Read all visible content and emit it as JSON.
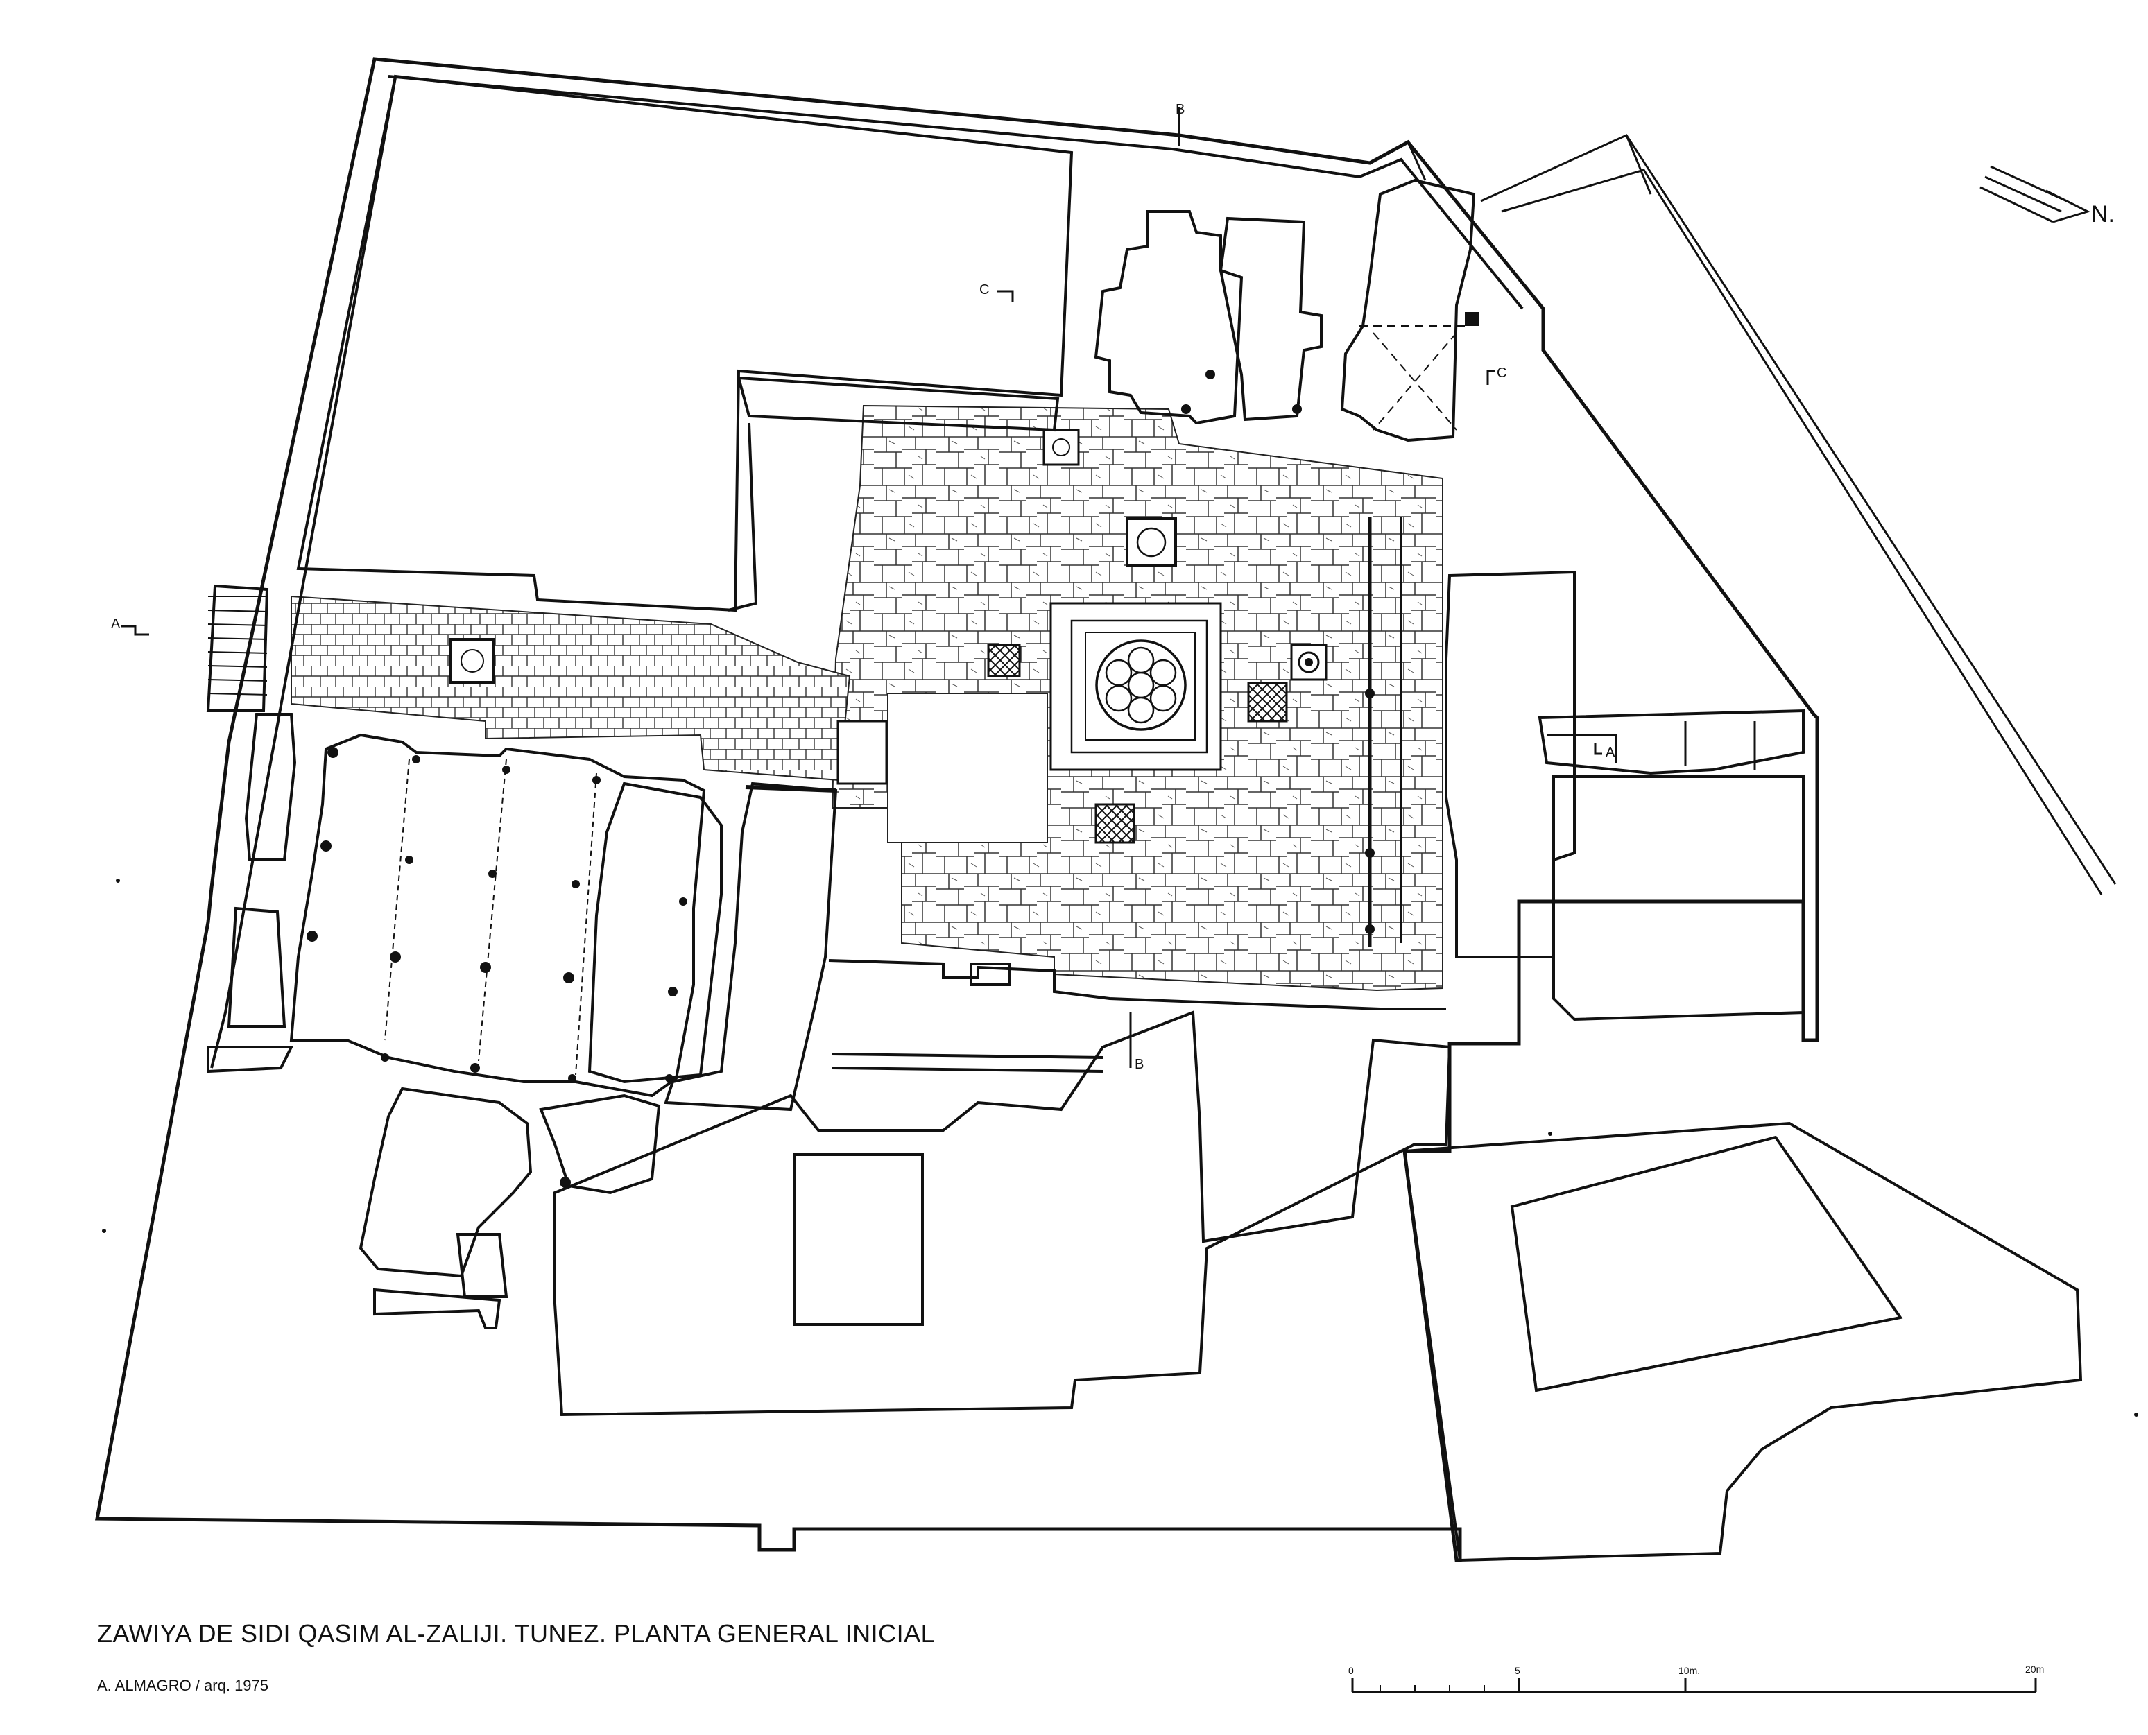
{
  "title": "ZAWIYA DE SIDI QASIM AL-ZALIJI. TUNEZ.   PLANTA GENERAL INICIAL",
  "author": "A. ALMAGRO / arq.    1975",
  "north": {
    "label": "N.",
    "icon": "north-arrow-icon"
  },
  "section_markers": [
    "A",
    "A",
    "B",
    "B",
    "C",
    "C"
  ],
  "scale_bar": {
    "unit": "m",
    "labels": [
      "0",
      "5",
      "10m.",
      "20m"
    ]
  },
  "colors": {
    "ink": "#111111",
    "paper": "#ffffff"
  }
}
